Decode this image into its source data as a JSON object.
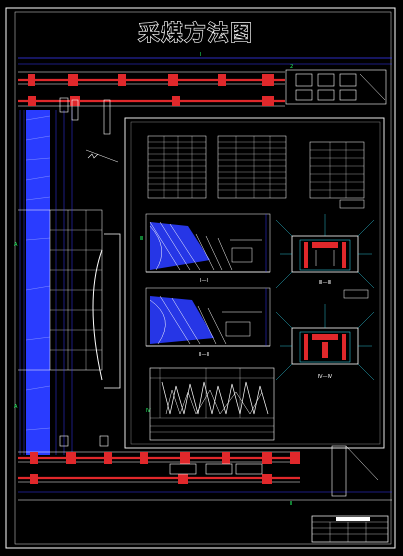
{
  "title": "采煤方法图",
  "section_labels": {
    "section_1": "Ⅰ—Ⅰ",
    "section_2": "Ⅱ—Ⅱ",
    "section_3": "Ⅲ—Ⅲ",
    "section_4": "Ⅳ—Ⅳ"
  },
  "colors": {
    "background": "#000000",
    "frame": "#ffffff",
    "roadway": "#e0282b",
    "dimension": "#3b3bff",
    "coal_seam": "#2a3cff",
    "annotation": "#22ff55",
    "cyan": "#35e6ff"
  }
}
